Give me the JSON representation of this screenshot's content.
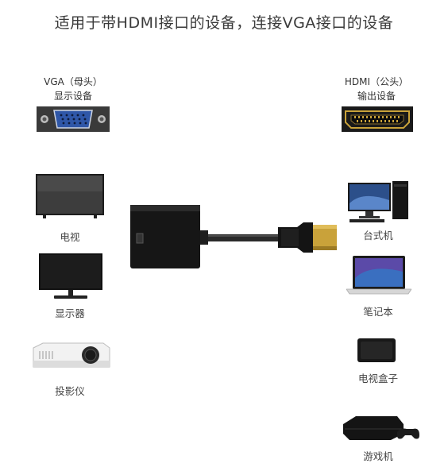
{
  "headline": "适用于带HDMI接口的设备，连接VGA接口的设备",
  "left_port": {
    "line1": "VGA（母头）",
    "line2": "显示设备",
    "icon": "vga-port-icon"
  },
  "right_port": {
    "line1": "HDMI（公头）",
    "line2": "输出设备",
    "icon": "hdmi-port-icon"
  },
  "left_devices": [
    {
      "label": "电视",
      "icon": "tv-icon"
    },
    {
      "label": "显示器",
      "icon": "monitor-icon"
    },
    {
      "label": "投影仪",
      "icon": "projector-icon"
    }
  ],
  "right_devices": [
    {
      "label": "台式机",
      "icon": "desktop-pc-icon"
    },
    {
      "label": "笔记本",
      "icon": "laptop-icon"
    },
    {
      "label": "电视盒子",
      "icon": "tv-box-icon"
    },
    {
      "label": "游戏机",
      "icon": "game-console-icon"
    }
  ],
  "colors": {
    "background": "#ffffff",
    "text": "#333333",
    "hdmi_gold": "#c9a23a",
    "device_black": "#1a1a1a"
  }
}
